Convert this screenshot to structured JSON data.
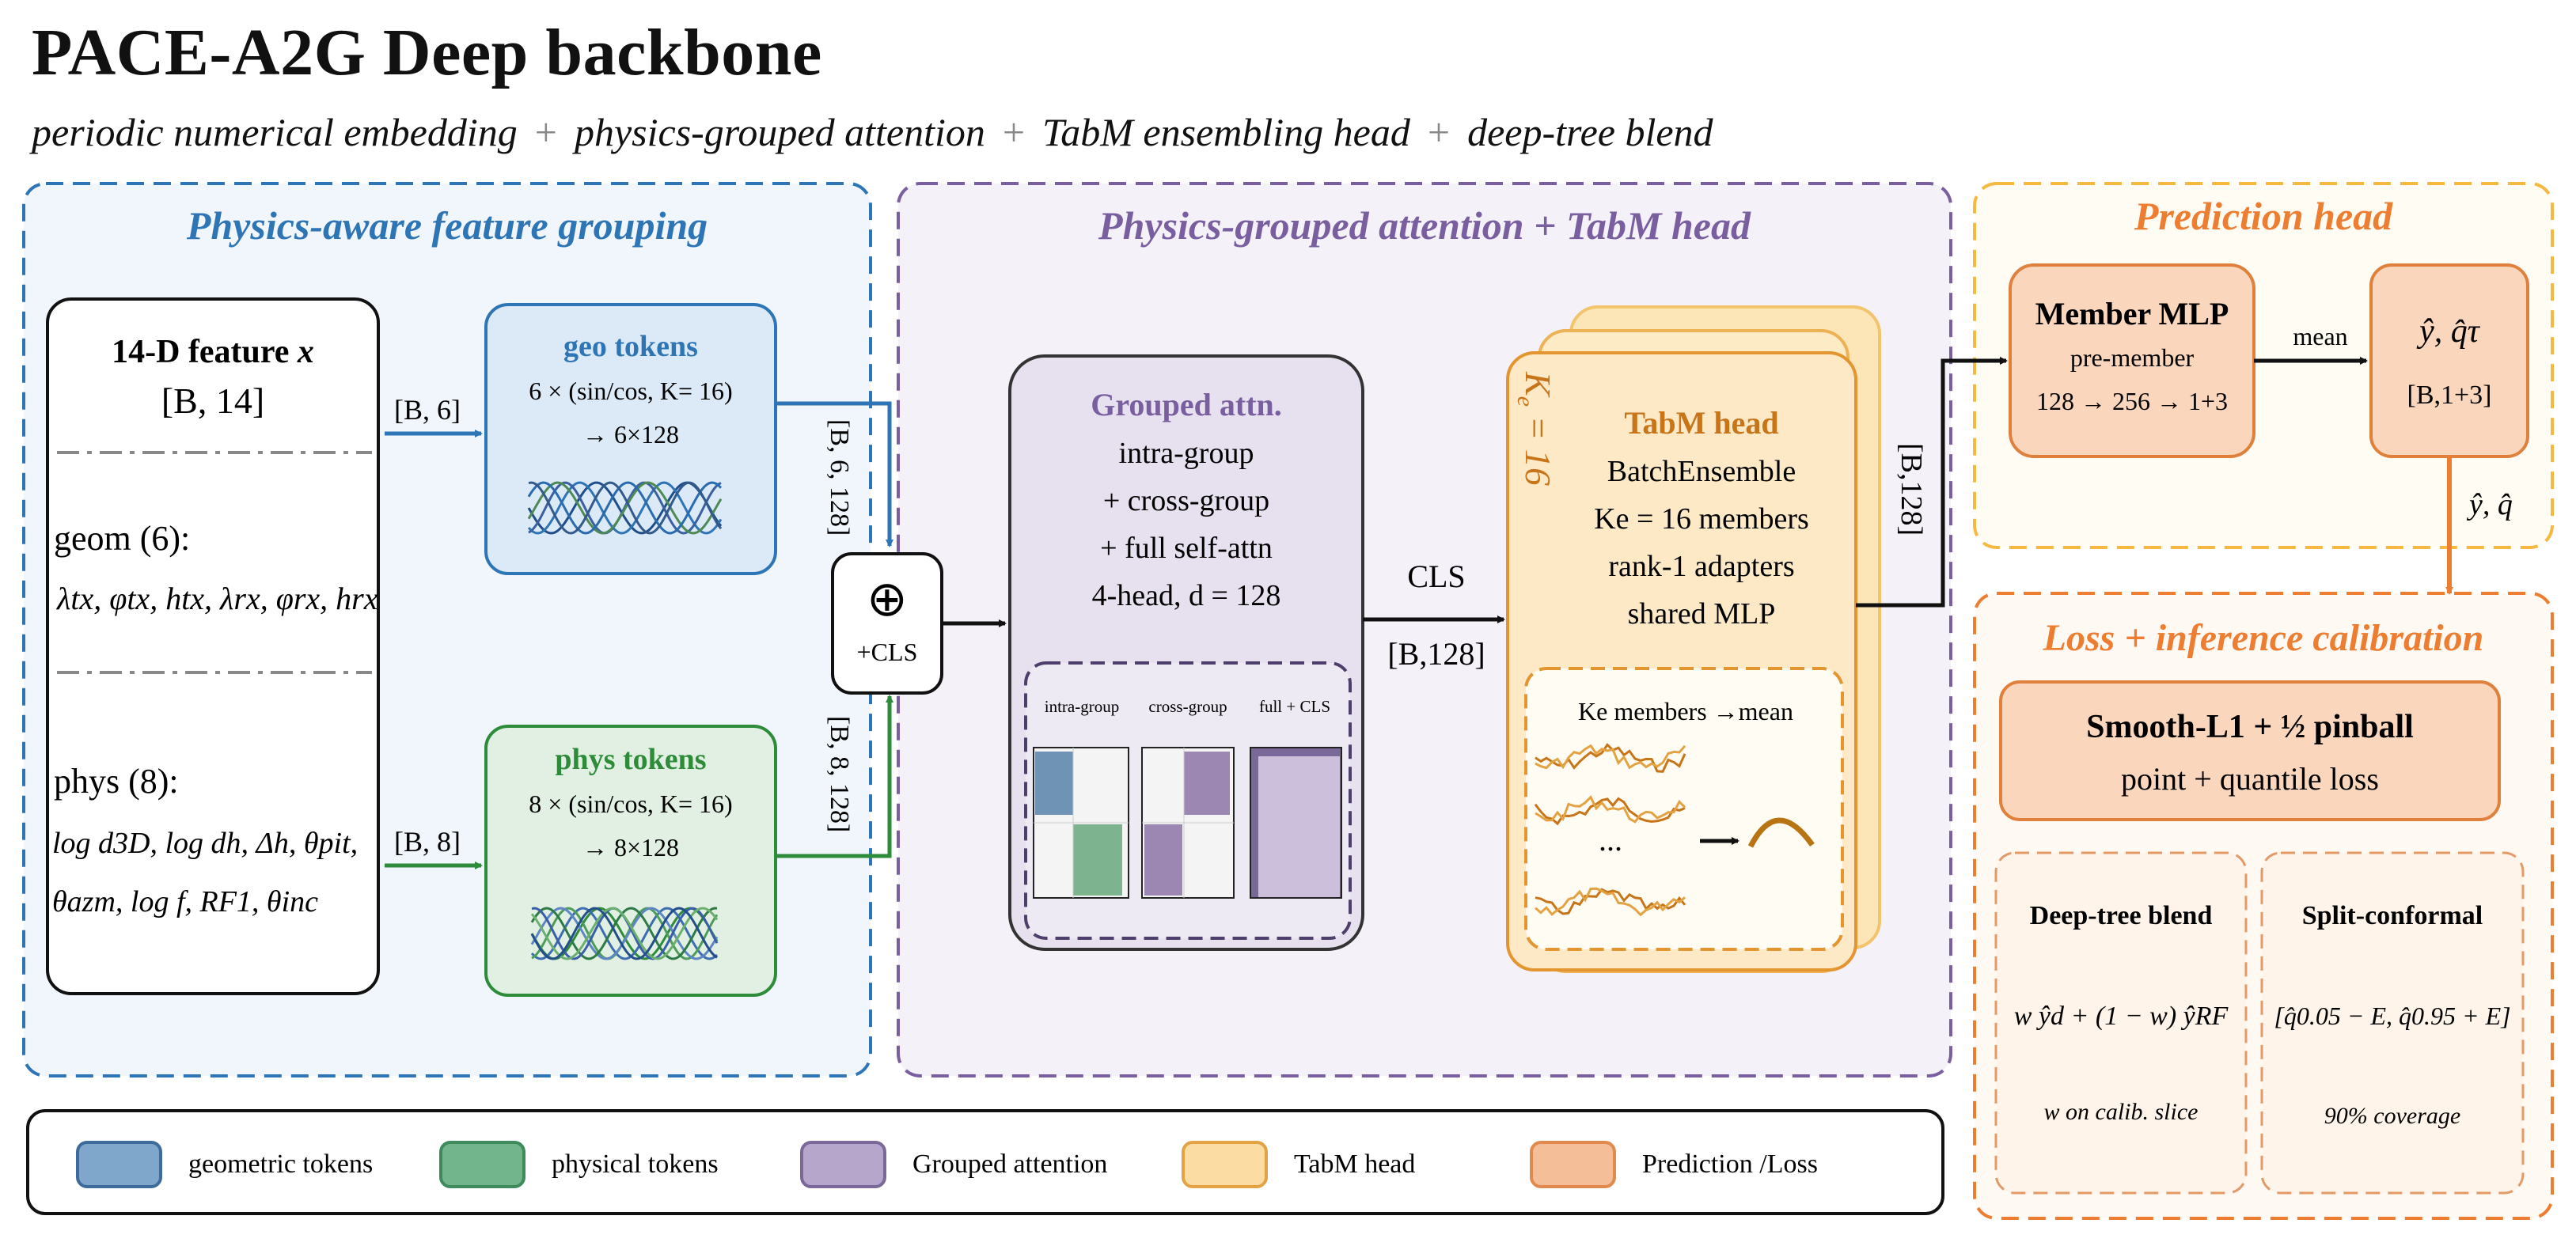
{
  "title": "PACE-A2G Deep backbone",
  "subtitle": {
    "parts": [
      "periodic numerical embedding",
      "physics-grouped attention",
      "TabM ensembling head",
      "deep-tree blend"
    ],
    "separator": "+"
  },
  "panels": {
    "grouping": {
      "title": "Physics-aware feature grouping",
      "color": "#2E75B6"
    },
    "attention": {
      "title": "Physics-grouped attention + TabM head",
      "color": "#7A5FA0"
    },
    "prediction": {
      "title": "Prediction head",
      "color": "#ED7D31"
    },
    "loss": {
      "title": "Loss + inference calibration",
      "color": "#ED7D31"
    }
  },
  "feature_box": {
    "title": "14-D feature",
    "title_var": "x",
    "shape": "[B, 14]",
    "geom_label": "geom (6):",
    "geom_vars": "λtx, φtx, htx, λrx, φrx, hrx",
    "phys_label": "phys (8):",
    "phys_vars_line1": "log d3D, log dh, Δh, θpit,",
    "phys_vars_line2": "θazm, log f, RF1, θinc"
  },
  "geo_tokens": {
    "title": "geo tokens",
    "line1": "6 × (sin/cos, K= 16)",
    "line2": "→ 6×128",
    "in_label": "[B, 6]",
    "out_label": "[B, 6, 128]"
  },
  "phys_tokens": {
    "title": "phys tokens",
    "line1": "8 × (sin/cos, K= 16)",
    "line2": "→ 8×128",
    "in_label": "[B, 8]",
    "out_label": "[B, 8, 128]"
  },
  "concat": {
    "symbol": "⊕",
    "label": "+CLS"
  },
  "grouped_attn": {
    "title": "Grouped attn.",
    "lines": [
      "intra-group",
      "+ cross-group",
      "+ full self-attn",
      "4-head, d = 128"
    ],
    "mini_labels": [
      "intra-group",
      "cross-group",
      "full + CLS"
    ]
  },
  "cls_arrow": {
    "top": "CLS",
    "bottom": "[B,128]"
  },
  "tabm": {
    "side_label": "Ke = 16",
    "title": "TabM head",
    "lines": [
      "BatchEnsemble",
      "Ke = 16 members",
      "rank-1 adapters",
      "shared MLP"
    ],
    "inner_title": "Ke members →mean",
    "ellipsis": "...",
    "out_label": "[B,128]"
  },
  "member_mlp": {
    "title": "Member MLP",
    "line1": "pre-member",
    "line2": "128 → 256 → 1+3"
  },
  "mean_arrow": "mean",
  "output_box": {
    "vars": "ŷ, q̂τ",
    "shape": "[B,1+3]",
    "down_label": "ŷ, q̂"
  },
  "loss_box": {
    "title": "Smooth-L1 + ½ pinball",
    "line": "point + quantile loss"
  },
  "deep_tree": {
    "title": "Deep-tree blend",
    "formula": "w ŷd + (1 − w) ŷRF",
    "note": "w on calib. slice"
  },
  "conformal": {
    "title": "Split-conformal",
    "formula": "[q̂0.05 − E, q̂0.95 + E]",
    "note": "90% coverage"
  },
  "legend": [
    {
      "label": "geometric tokens",
      "fill": "#7FA6CB",
      "stroke": "#3D6C9A"
    },
    {
      "label": "physical tokens",
      "fill": "#72B58C",
      "stroke": "#3E8A5D"
    },
    {
      "label": "Grouped attention",
      "fill": "#B7A6CC",
      "stroke": "#7A6898"
    },
    {
      "label": "TabM head",
      "fill": "#FBDDA3",
      "stroke": "#E3A243"
    },
    {
      "label": "Prediction /Loss",
      "fill": "#F4BE98",
      "stroke": "#E08A50"
    }
  ]
}
